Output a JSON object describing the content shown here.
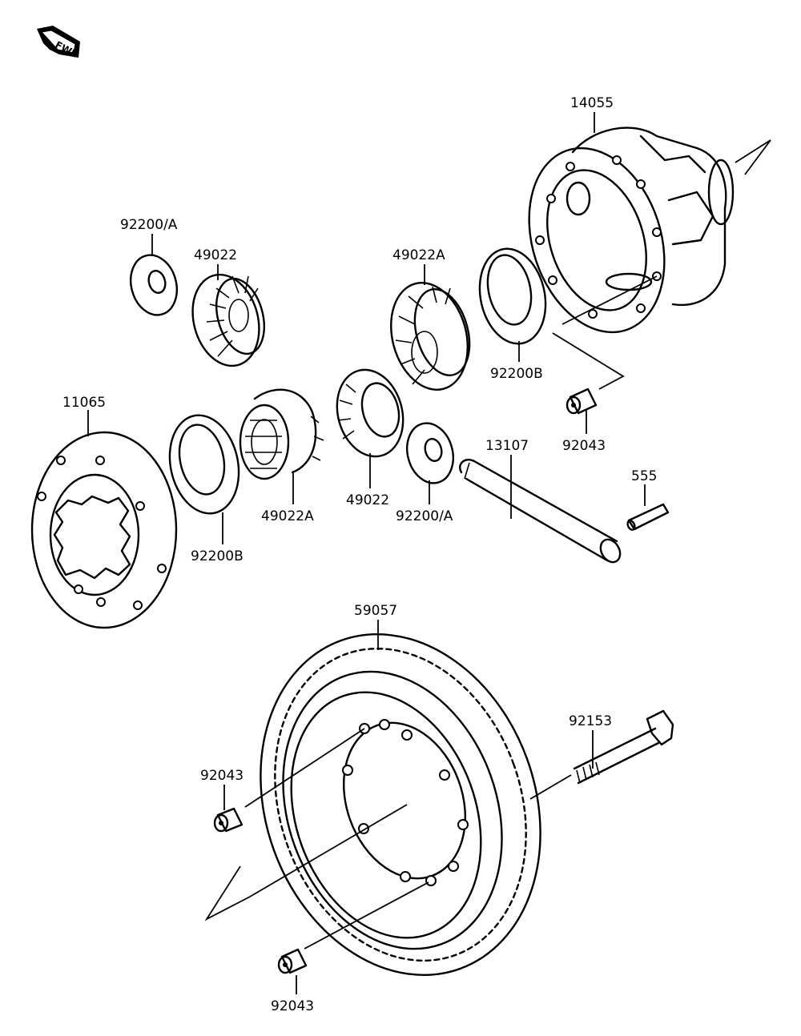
{
  "fwd_label": "FWD",
  "parts": [
    {
      "id": "14055"
    },
    {
      "id": "92200/A"
    },
    {
      "id": "49022"
    },
    {
      "id": "49022A"
    },
    {
      "id": "92200B"
    },
    {
      "id": "11065"
    },
    {
      "id": "49022A"
    },
    {
      "id": "49022"
    },
    {
      "id": "92200/A"
    },
    {
      "id": "13107"
    },
    {
      "id": "92043"
    },
    {
      "id": "555"
    },
    {
      "id": "92200B"
    },
    {
      "id": "59057"
    },
    {
      "id": "92153"
    },
    {
      "id": "92043"
    },
    {
      "id": "92043"
    }
  ]
}
